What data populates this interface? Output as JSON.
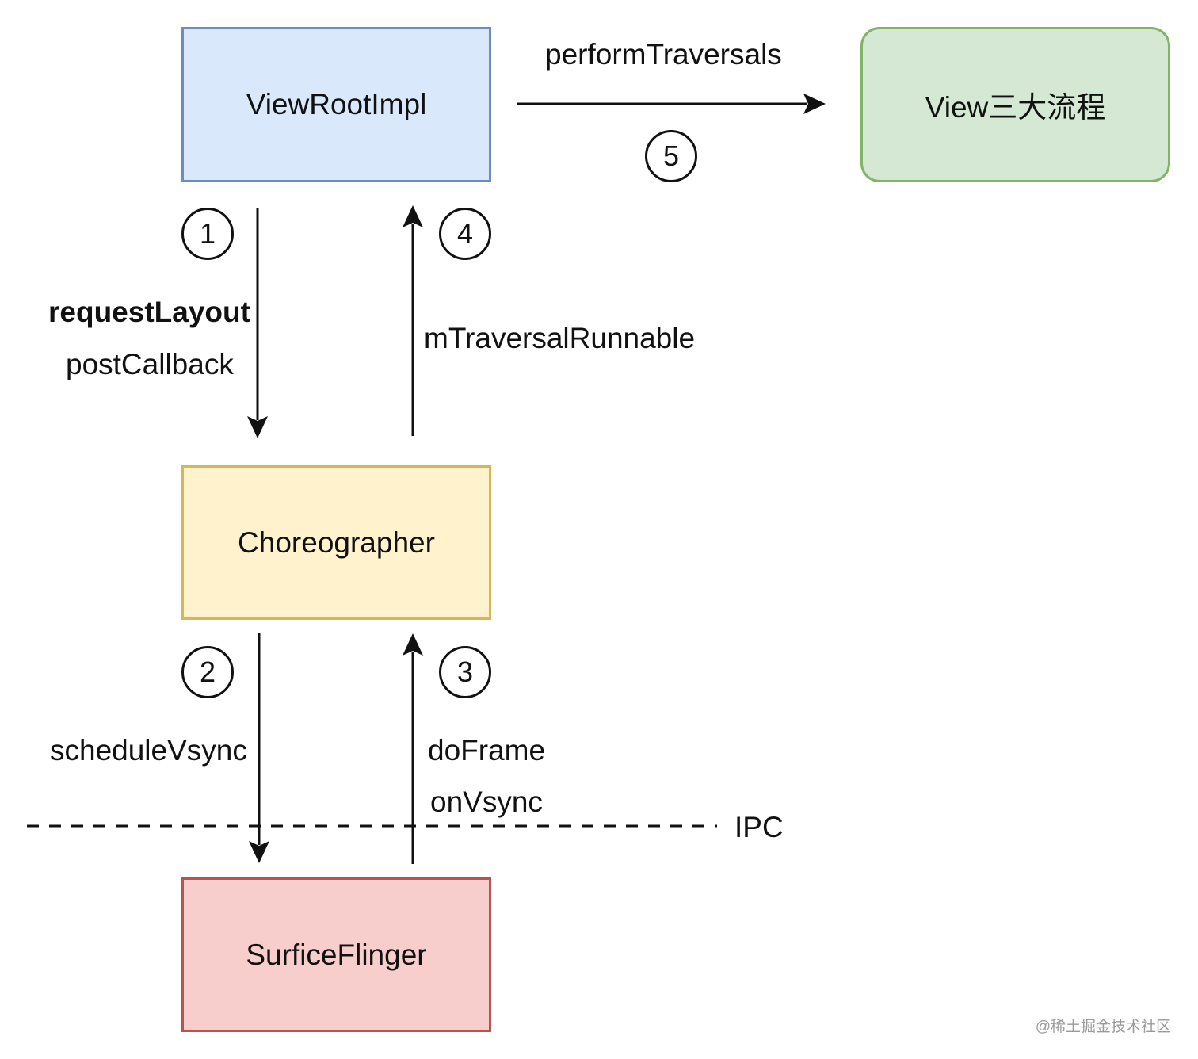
{
  "nodes": {
    "view_root_impl": "ViewRootImpl",
    "view_three_processes": "View三大流程",
    "choreographer": "Choreographer",
    "surface_flinger": "SurficeFlinger"
  },
  "edges": {
    "perform_traversals": "performTraversals",
    "request_layout": "requestLayout",
    "post_callback": "postCallback",
    "m_traversal_runnable": "mTraversalRunnable",
    "schedule_vsync": "scheduleVsync",
    "do_frame": "doFrame",
    "on_vsync": "onVsync",
    "ipc": "IPC"
  },
  "steps": [
    "1",
    "2",
    "3",
    "4",
    "5"
  ],
  "watermark": "@稀土掘金技术社区",
  "colors": {
    "view_root_fill": "#dae8fc",
    "view_root_stroke": "#6c8ebf",
    "view_fill": "#d5e8d4",
    "view_stroke": "#82b366",
    "choreographer_fill": "#fff2cc",
    "choreographer_stroke": "#d6b656",
    "surface_flinger_fill": "#f8cecc",
    "surface_flinger_stroke": "#b85450"
  }
}
